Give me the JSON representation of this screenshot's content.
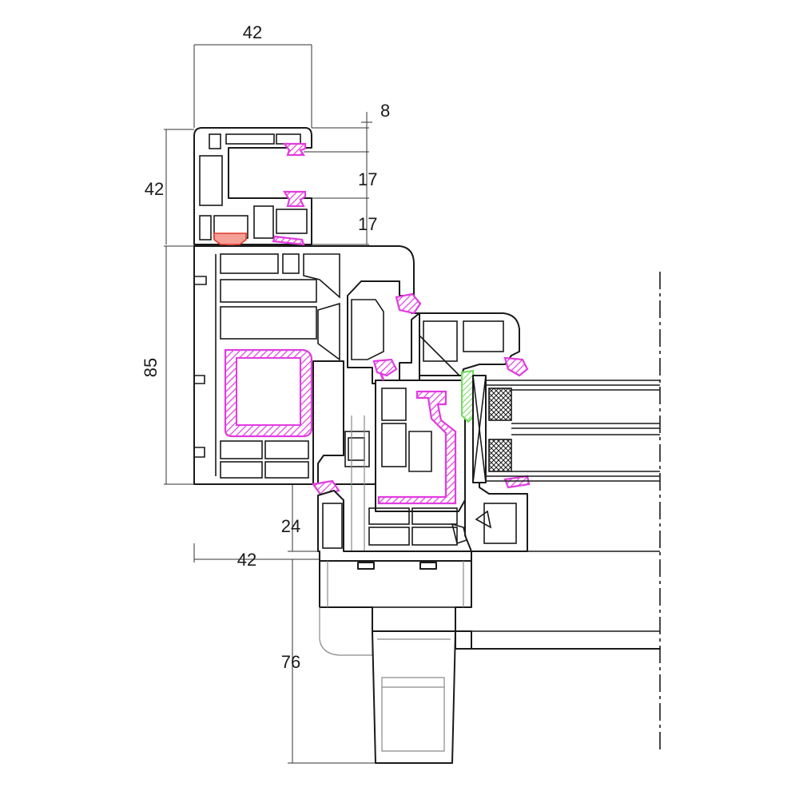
{
  "diagram": {
    "dimensions": {
      "top_width": "42",
      "gap_top": "8",
      "chamber_1": "17",
      "chamber_2": "17",
      "frame_height_top": "42",
      "frame_height_main": "85",
      "sash_offset": "24",
      "bottom_width": "42",
      "sill_height": "76"
    },
    "colors": {
      "outline": "#1a1a1a",
      "gasket": "#e13ce0",
      "glazing_seal": "#6fdc5a",
      "screw": "#e03a2a"
    }
  }
}
